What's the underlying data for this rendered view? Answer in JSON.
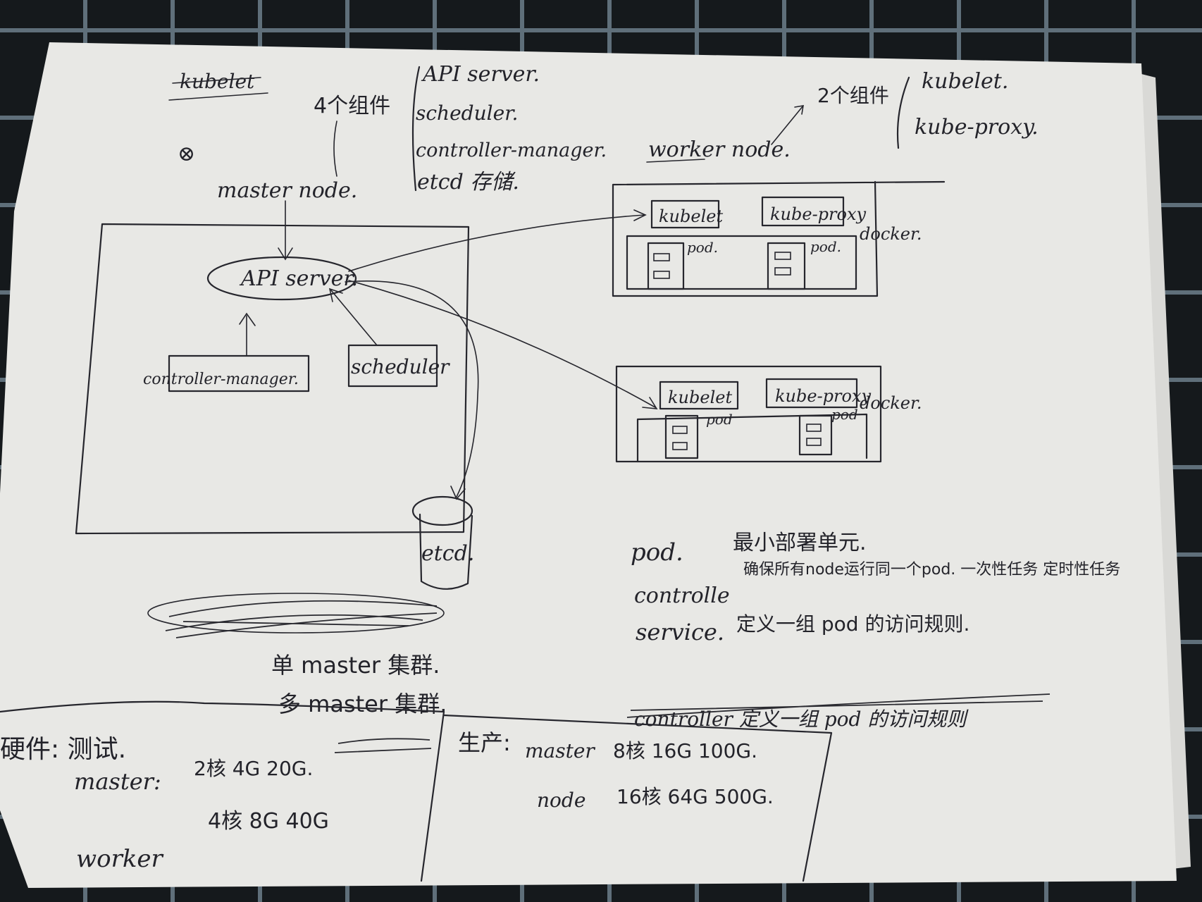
{
  "top_left_crossed": "kubelet",
  "master_section": {
    "count_label": "4个组件",
    "components": [
      "API server.",
      "scheduler.",
      "controller-manager.",
      "etcd 存储."
    ],
    "node_label": "master node."
  },
  "worker_section": {
    "count_label": "2个组件",
    "components": [
      "kubelet.",
      "kube-proxy."
    ],
    "node_label": "worker node."
  },
  "master_box": {
    "api_server": "API server.",
    "controller_manager": "controller-manager.",
    "scheduler": "scheduler",
    "etcd": "etcd."
  },
  "worker_box_1": {
    "kubelet": "kubelet",
    "kube_proxy": "kube-proxy",
    "docker": "docker.",
    "pod_a": "pod.",
    "pod_b": "pod."
  },
  "worker_box_2": {
    "kubelet": "kubelet",
    "kube_proxy": "kube-proxy",
    "docker": "docker.",
    "pod_a": "pod",
    "pod_b": "pod"
  },
  "notes": [
    {
      "term": "pod.",
      "desc": "最小部署单元."
    },
    {
      "term": "controlle",
      "desc": "确保所有node运行同一个pod. 一次性任务 定时性任务"
    },
    {
      "term": "service.",
      "desc": "定义一组 pod 的访问规则."
    }
  ],
  "deploy": {
    "single": "单 master 集群.",
    "multi": "多 master 集群."
  },
  "crossed_line": "controller 定义一组 pod 的访问规则",
  "hardware_test": {
    "title": "硬件: 测试.",
    "master_label": "master:",
    "master_spec": "2核 4G 20G.",
    "worker_label": "worker",
    "worker_spec": "4核 8G 40G"
  },
  "hardware_prod": {
    "title": "生产:",
    "master_label": "master",
    "master_spec": "8核 16G 100G.",
    "node_label": "node",
    "node_spec": "16核 64G 500G."
  }
}
